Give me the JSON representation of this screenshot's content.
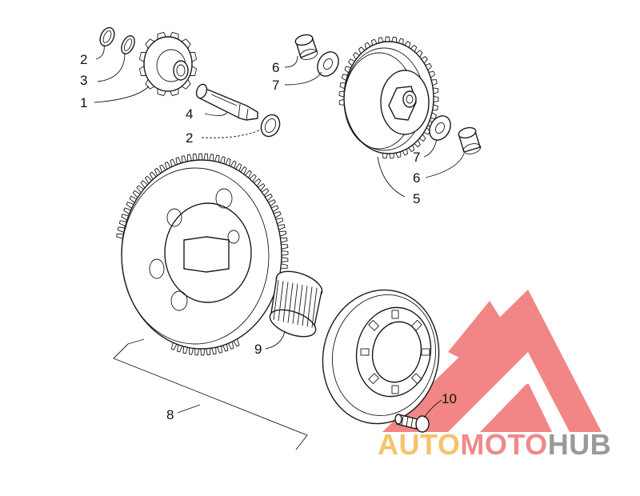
{
  "callouts": [
    {
      "id": "c2a",
      "label": "2"
    },
    {
      "id": "c3",
      "label": "3"
    },
    {
      "id": "c1",
      "label": "1"
    },
    {
      "id": "c4",
      "label": "4"
    },
    {
      "id": "c2b",
      "label": "2"
    },
    {
      "id": "c6a",
      "label": "6"
    },
    {
      "id": "c7a",
      "label": "7"
    },
    {
      "id": "c7b",
      "label": "7"
    },
    {
      "id": "c6b",
      "label": "6"
    },
    {
      "id": "c5",
      "label": "5"
    },
    {
      "id": "c9",
      "label": "9"
    },
    {
      "id": "c8",
      "label": "8"
    },
    {
      "id": "c10",
      "label": "10"
    }
  ],
  "watermark": {
    "part1": "AUTO",
    "part2": "MOTO",
    "part3": "HUB",
    "color_part1": "#f5c36a",
    "color_part2": "#f08a8a",
    "color_part3": "#9a9a9a",
    "mark_color": "#f07070"
  }
}
